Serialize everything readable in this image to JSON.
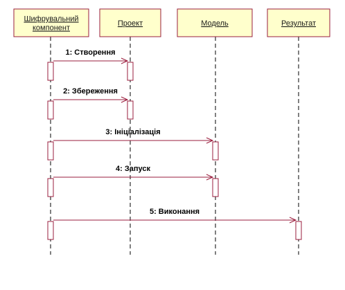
{
  "colors": {
    "object_fill": "#ffffcc",
    "object_border": "#9a1c3c",
    "activation_fill": "#ffffff",
    "activation_border": "#9a1c3c",
    "message_line": "#9a1c3c",
    "lifeline": "#000000"
  },
  "objects": [
    {
      "id": "cipher",
      "label_lines": [
        "Шифрувальний",
        "компонент"
      ]
    },
    {
      "id": "project",
      "label_lines": [
        "Проект"
      ]
    },
    {
      "id": "model",
      "label_lines": [
        "Модель"
      ]
    },
    {
      "id": "result",
      "label_lines": [
        "Результат"
      ]
    }
  ],
  "messages": [
    {
      "from": "cipher",
      "to": "project",
      "label": "1: Створення"
    },
    {
      "from": "cipher",
      "to": "project",
      "label": "2: Збереження"
    },
    {
      "from": "cipher",
      "to": "model",
      "label": "3: Ініціалізація"
    },
    {
      "from": "cipher",
      "to": "model",
      "label": "4: Запуск"
    },
    {
      "from": "cipher",
      "to": "result",
      "label": "5: Виконання"
    }
  ]
}
